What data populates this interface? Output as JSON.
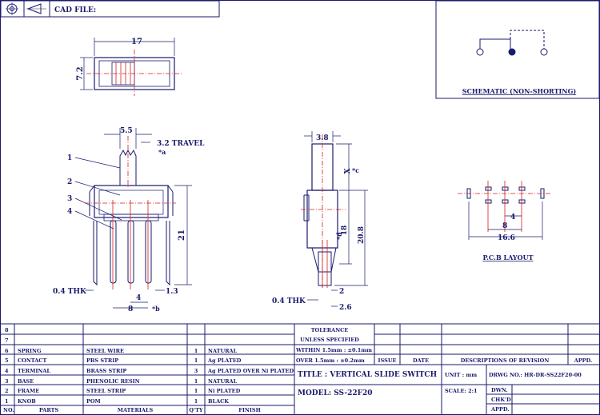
{
  "title_block_top": {
    "cad_label": "CAD FILE:"
  },
  "schematic": {
    "caption": "SCHEMATIC (NON-SHORTING)"
  },
  "pcb": {
    "caption": "P.C.B LAYOUT",
    "dim_pitch": "4",
    "dim_outer": "8",
    "dim_total": "16.6"
  },
  "top_view": {
    "dim_width": "17",
    "dim_height": "7.2"
  },
  "front_view": {
    "dim_knob": "5.5",
    "dim_travel": "3.2 TRAVEL",
    "note_a": "*a",
    "dim_height": "21",
    "dim_thk": "0.4 THK",
    "dim_pin": "1.3",
    "dim_pitch": "4",
    "dim_span": "8",
    "note_b": "*b",
    "callouts": [
      "1",
      "2",
      "3",
      "4"
    ]
  },
  "side_view": {
    "dim_top": "3.8",
    "dim_x": "X",
    "note_c": "*c",
    "note_d": "*d",
    "dim_18": "18",
    "dim_208": "20.8",
    "dim_thk": "0.4 THK",
    "dim_2": "2",
    "dim_26": "2.6"
  },
  "bom": {
    "headers": {
      "no": "NO.",
      "parts": "PARTS",
      "materials": "MATERIALS",
      "qty": "Q'TY",
      "finish": "FINISH"
    },
    "rows": [
      {
        "no": "8",
        "parts": "",
        "material": "",
        "qty": "",
        "finish": ""
      },
      {
        "no": "7",
        "parts": "",
        "material": "",
        "qty": "",
        "finish": ""
      },
      {
        "no": "6",
        "parts": "SPRING",
        "material": "STEEL WIRE",
        "qty": "1",
        "finish": "NATURAL"
      },
      {
        "no": "5",
        "parts": "CONTACT",
        "material": "PBS STRIP",
        "qty": "1",
        "finish": "Ag PLATED"
      },
      {
        "no": "4",
        "parts": "TERMINAL",
        "material": "BRASS STRIP",
        "qty": "3",
        "finish": "Ag PLATED OVER Ni PLATED"
      },
      {
        "no": "3",
        "parts": "BASE",
        "material": "PHENOLIC RESIN",
        "qty": "1",
        "finish": "NATURAL"
      },
      {
        "no": "2",
        "parts": "FRAME",
        "material": "STEEL STRIP",
        "qty": "1",
        "finish": "Ni PLATED"
      },
      {
        "no": "1",
        "parts": "KNOB",
        "material": "POM",
        "qty": "1",
        "finish": "BLACK"
      }
    ]
  },
  "tolerance": {
    "title": "TOLERANCE",
    "subtitle": "UNLESS SPECIFIED",
    "line1": "WITHIN 1.5mm : ±0.1mm",
    "line2": "OVER 1.5mm : ±0.2mm"
  },
  "revision": {
    "issue": "ISSUE",
    "date": "DATE",
    "description": "DESCRIPTIONS OF REVISION",
    "appd": "APPD."
  },
  "title_block": {
    "title": "TITLE : VERTICAL SLIDE SWITCH",
    "model": "MODEL: SS-22F20",
    "unit": "UNIT : mm",
    "scale": "SCALE: 2:1",
    "drwg": "DRWG NO.: HR-DR-SS22F20-00",
    "dwn": "DWN.",
    "chkd": "CHK'D",
    "appd": "APPD."
  }
}
